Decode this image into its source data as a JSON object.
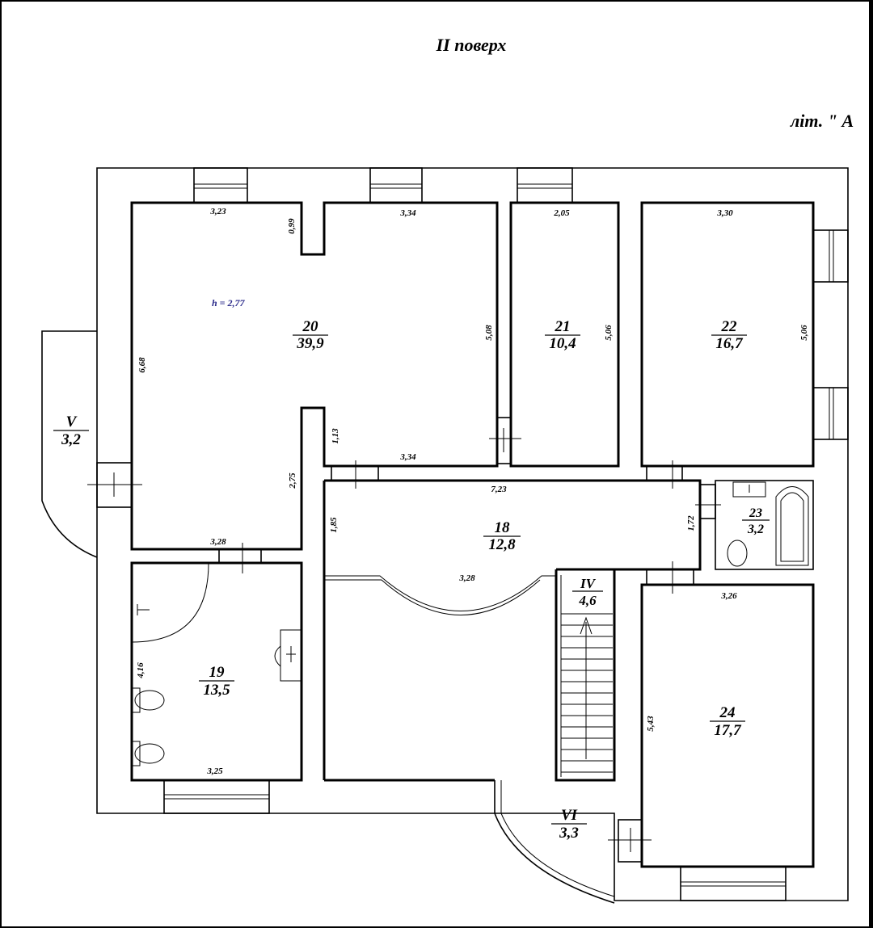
{
  "plan": {
    "title": "II поверх",
    "litera": "літ. \" А",
    "height_note": "h = 2,77"
  },
  "rooms": [
    {
      "id": "20",
      "number": "20",
      "area": "39,9"
    },
    {
      "id": "21",
      "number": "21",
      "area": "10,4"
    },
    {
      "id": "22",
      "number": "22",
      "area": "16,7"
    },
    {
      "id": "18",
      "number": "18",
      "area": "12,8"
    },
    {
      "id": "23",
      "number": "23",
      "area": "3,2"
    },
    {
      "id": "19",
      "number": "19",
      "area": "13,5"
    },
    {
      "id": "24",
      "number": "24",
      "area": "17,7"
    },
    {
      "id": "V",
      "number": "V",
      "area": "3,2"
    },
    {
      "id": "IV",
      "number": "IV",
      "area": "4,6"
    },
    {
      "id": "VI",
      "number": "VI",
      "area": "3,3"
    }
  ],
  "dimensions": {
    "d_323": "3,23",
    "d_099": "0,99",
    "d_334_top": "3,34",
    "d_205": "2,05",
    "d_330": "3,30",
    "d_668": "6,68",
    "d_508": "5,08",
    "d_506_a": "5,06",
    "d_506_b": "5,06",
    "d_113": "1,13",
    "d_334_bot": "3,34",
    "d_275": "2,75",
    "d_723": "7,23",
    "d_185": "1,85",
    "d_172": "1,72",
    "d_328_a": "3,28",
    "d_328_b": "3,28",
    "d_326": "3,26",
    "d_416": "4,16",
    "d_325": "3,25",
    "d_543": "5,43"
  }
}
